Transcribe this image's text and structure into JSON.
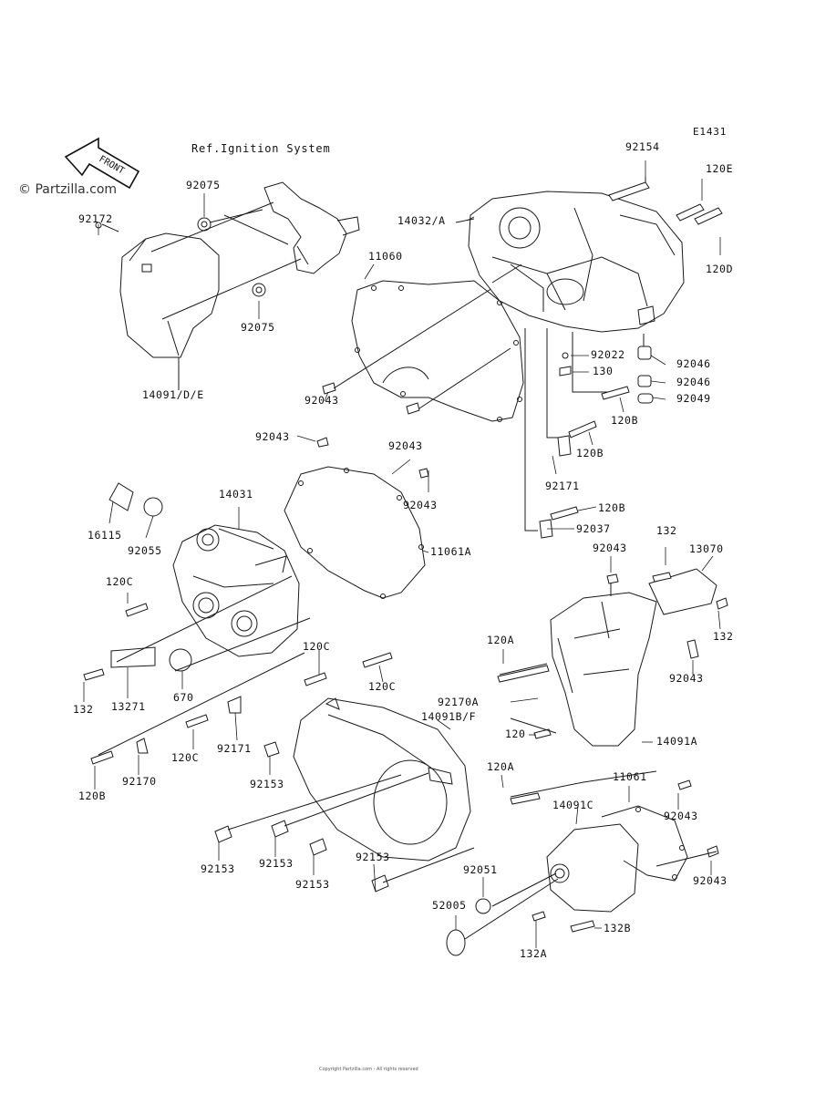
{
  "header": {
    "code": "E1431",
    "ref": "Ref.Ignition System",
    "watermark": "© Partzilla.com",
    "front_arrow": "FRONT"
  },
  "labels": {
    "p92154": "92154",
    "p120E": "120E",
    "p14032A": "14032/A",
    "p120D": "120D",
    "p92075a": "92075",
    "p92172": "92172",
    "p11060": "11060",
    "p92075b": "92075",
    "p92022": "92022",
    "p92046a": "92046",
    "p130": "130",
    "p92046b": "92046",
    "p92049": "92049",
    "p14091DE": "14091/D/E",
    "p92043a": "92043",
    "p120Ba": "120B",
    "p92043b": "92043",
    "p120Bb": "120B",
    "p92043c": "92043",
    "p14031": "14031",
    "p92043d": "92043",
    "p92171a": "92171",
    "p16115": "16115",
    "p92055": "92055",
    "p11061A": "11061A",
    "p120Bc": "120B",
    "p92037": "92037",
    "p132a": "132",
    "p13070": "13070",
    "p92043e": "92043",
    "p120Ca": "120C",
    "p132b": "132",
    "p120A": "120A",
    "p120Cb": "120C",
    "p92043f": "92043",
    "p120Cc": "120C",
    "p132c": "132",
    "p13271": "13271",
    "p670": "670",
    "p92170A": "92170A",
    "p14091BF": "14091B/F",
    "p120Cd": "120C",
    "p92171b": "92171",
    "p120": "120",
    "p14091A": "14091A",
    "p120Bd": "120B",
    "p92170": "92170",
    "p92153a": "92153",
    "p120Ab": "120A",
    "p11061": "11061",
    "p14091C": "14091C",
    "p92043g": "92043",
    "p92153b": "92153",
    "p92153c": "92153",
    "p92153d": "92153",
    "p92153e": "92153",
    "p92051": "92051",
    "p92043h": "92043",
    "p52005": "52005",
    "p132B": "132B",
    "p132A": "132A"
  },
  "footer": {
    "copyright": "Copyright Partzilla.com - All rights reserved"
  }
}
